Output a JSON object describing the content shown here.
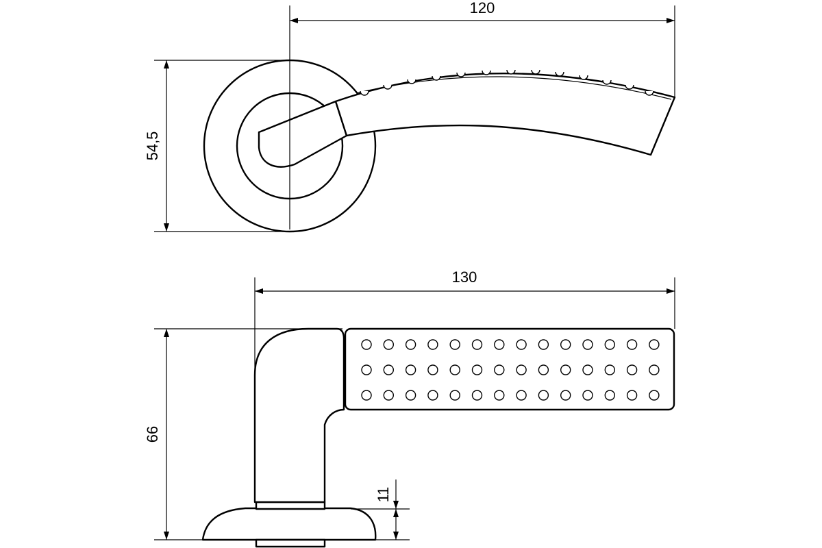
{
  "dimensions": {
    "top_width": "120",
    "top_height": "54,5",
    "side_width": "130",
    "side_height": "66",
    "rose_height": "11"
  },
  "side_view": {
    "hole_rows": 3,
    "hole_cols": 14
  }
}
